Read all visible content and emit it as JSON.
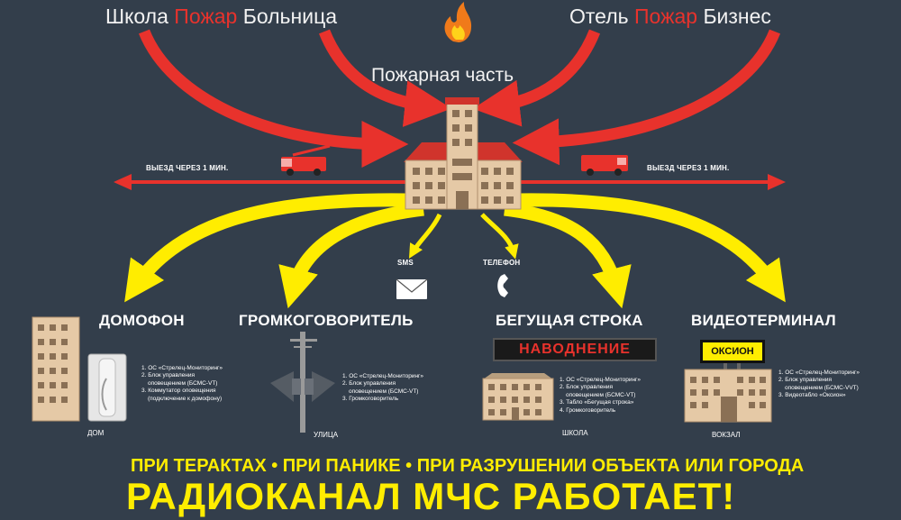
{
  "header": {
    "left": [
      "Школа",
      "Пожар",
      "Больница"
    ],
    "right": [
      "Отель",
      "Пожар",
      "Бизнес"
    ],
    "fire_icon": "flame-icon"
  },
  "station": {
    "title": "Пожарная часть"
  },
  "departure": {
    "left": "ВЫЕЗД ЧЕРЕЗ 1 МИН.",
    "right": "ВЫЕЗД ЧЕРЕЗ 1 МИН."
  },
  "channels": {
    "sms": "SMS",
    "phone": "ТЕЛЕФОН"
  },
  "categories": [
    {
      "title": "ДОМОФОН",
      "location": "ДОМ",
      "items": [
        "1. ОС «Стрелец-Мониторинг»",
        "2. Блок управления",
        "оповещением (БСМС-VT)",
        "3. Коммутатор оповещения",
        "(подключение к домофону)"
      ]
    },
    {
      "title": "ГРОМКОГОВОРИТЕЛЬ",
      "location": "УЛИЦА",
      "items": [
        "1. ОС «Стрелец-Мониторинг»",
        "2. Блок управления",
        "оповещением (БСМС-VT)",
        "3. Громкоговоритель"
      ]
    },
    {
      "title": "БЕГУЩАЯ СТРОКА",
      "location": "ШКОЛА",
      "board": "НАВОДНЕНИЕ",
      "items": [
        "1. ОС «Стрелец-Мониторинг»",
        "2. Блок управления",
        "оповещением (БСМС-VT)",
        "3. Табло «Бегущая строка»",
        "4. Громкоговоритель"
      ]
    },
    {
      "title": "ВИДЕОТЕРМИНАЛ",
      "location": "ВОКЗАЛ",
      "board": "ОКСИОН",
      "items": [
        "1. ОС «Стрелец-Мониторинг»",
        "2. Блок управления",
        "оповещением (БСМС-VVT)",
        "3. Видеотабло «Оксион»"
      ]
    }
  ],
  "footer": {
    "line1": "ПРИ ТЕРАКТАХ • ПРИ ПАНИКЕ • ПРИ РАЗРУШЕНИИ ОБЪЕКТА ИЛИ ГОРОДА",
    "line2": "РАДИОКАНАЛ МЧС РАБОТАЕТ!"
  },
  "colors": {
    "background": "#333e4b",
    "red": "#e8322c",
    "yellow": "#ffed00",
    "building": "#e5c9a6",
    "roof": "#d0342c"
  }
}
